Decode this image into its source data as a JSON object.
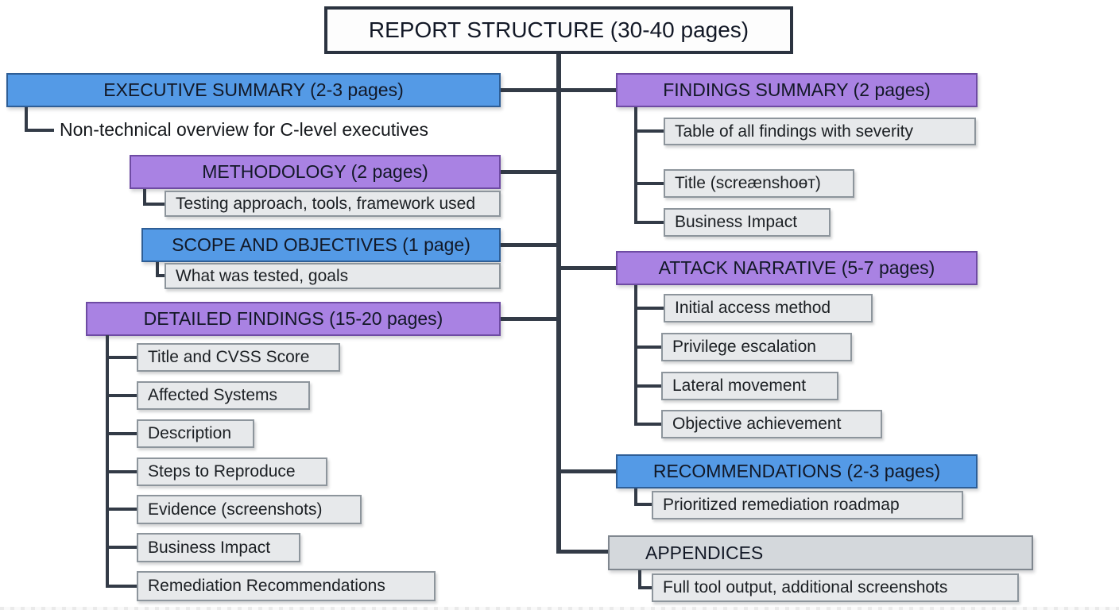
{
  "title": "REPORT STRUCTURE (30-40 pages)",
  "colors": {
    "blue": "#549AE6",
    "purple": "#A982E3",
    "sub_box_gray": "#E7E9EB",
    "appendices_gray": "#D4D8DC",
    "connector": "#333B47"
  },
  "sections": {
    "executive_summary": {
      "label": "EXECUTIVE SUMMARY (2-3 pages)",
      "note": "Non-technical overview for C-level executives"
    },
    "findings_summary": {
      "label": "FINDINGS SUMMARY (2 pages)",
      "items": [
        "Table of all findings with severity",
        "Title (screænshoɵт)",
        "Business Impact"
      ]
    },
    "methodology": {
      "label": "METHODOLOGY (2 pages)",
      "note": "Testing approach, tools, framework used"
    },
    "scope_and_objectives": {
      "label": "SCOPE AND OBJECTIVES (1 page)",
      "note": "What was tested, goals"
    },
    "attack_narrative": {
      "label": "ATTACK NARRATIVE (5-7 pages)",
      "items": [
        "Initial access method",
        "Privilege escalation",
        "Lateral movement",
        "Objective achievement"
      ]
    },
    "detailed_findings": {
      "label": "DETAILED FINDINGS (15-20 pages)",
      "items": [
        "Title and CVSS Score",
        "Affected Systems",
        "Description",
        "Steps to Reproduce",
        "Evidence (screenshots)",
        "Business Impact",
        "Remediation Recommendations"
      ]
    },
    "recommendations": {
      "label": "RECOMMENDATIONS (2-3 pages)",
      "note": "Prioritized remediation roadmap"
    },
    "appendices": {
      "label": "APPENDICES",
      "note": "Full tool output, additional screenshots"
    }
  }
}
